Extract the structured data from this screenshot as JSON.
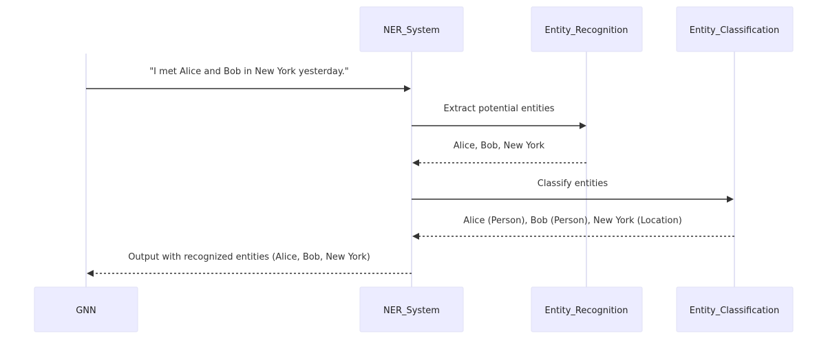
{
  "participants": [
    {
      "id": "gnn",
      "label": "GNN",
      "top_box": false
    },
    {
      "id": "ner",
      "label": "NER_System",
      "top_box": true
    },
    {
      "id": "er",
      "label": "Entity_Recognition",
      "top_box": true
    },
    {
      "id": "ec",
      "label": "Entity_Classification",
      "top_box": true
    }
  ],
  "messages": [
    {
      "from": "gnn",
      "to": "ner",
      "text": "\"I met Alice and Bob in New York yesterday.\"",
      "style": "solid"
    },
    {
      "from": "ner",
      "to": "er",
      "text": "Extract potential entities",
      "style": "solid"
    },
    {
      "from": "er",
      "to": "ner",
      "text": "Alice, Bob, New York",
      "style": "dashed"
    },
    {
      "from": "ner",
      "to": "ec",
      "text": "Classify entities",
      "style": "solid"
    },
    {
      "from": "ec",
      "to": "ner",
      "text": "Alice (Person), Bob (Person), New York (Location)",
      "style": "dashed"
    },
    {
      "from": "ner",
      "to": "gnn",
      "text": "Output with recognized entities (Alice, Bob, New York)",
      "style": "dashed"
    }
  ]
}
